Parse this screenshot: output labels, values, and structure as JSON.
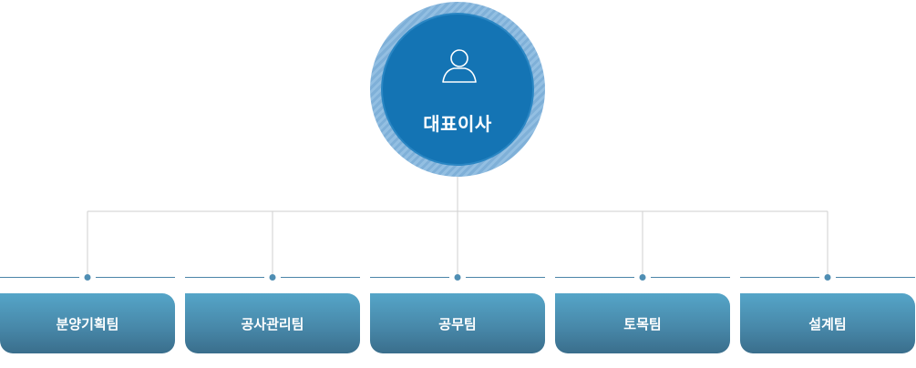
{
  "ceo": {
    "label": "대표이사",
    "icon": "person-icon"
  },
  "teams": [
    {
      "label": "분양기획팀"
    },
    {
      "label": "공사관리팀"
    },
    {
      "label": "공무팀"
    },
    {
      "label": "토목팀"
    },
    {
      "label": "설계팀"
    }
  ],
  "colors": {
    "ceo_fill": "#1474b4",
    "ceo_ring": "#8ab9de",
    "team_top": "#55a5c8",
    "team_bottom": "#3a6e8c",
    "connector": "#cfcfcf",
    "rail": "#4a85a8",
    "dot": "#4f8eb3"
  }
}
